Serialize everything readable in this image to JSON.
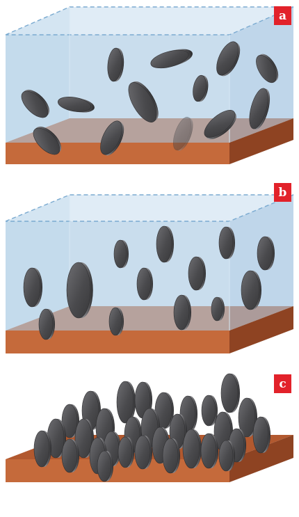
{
  "panels": [
    {
      "label": "a"
    },
    {
      "label": "b"
    },
    {
      "label": "c"
    }
  ],
  "colors": {
    "electrolyte_fill": "#bcd6ea",
    "electrolyte_edge": "#7fb1d4",
    "substrate_top": "#b86136",
    "substrate_front": "#c56a3b",
    "substrate_side": "#8e4322",
    "particle_face": "#4a4a4c",
    "particle_rim": "#2e2e30",
    "label_bg": "#e2222a"
  },
  "icons": [
    "flake-particle",
    "electrolyte-box",
    "substrate-plate"
  ]
}
